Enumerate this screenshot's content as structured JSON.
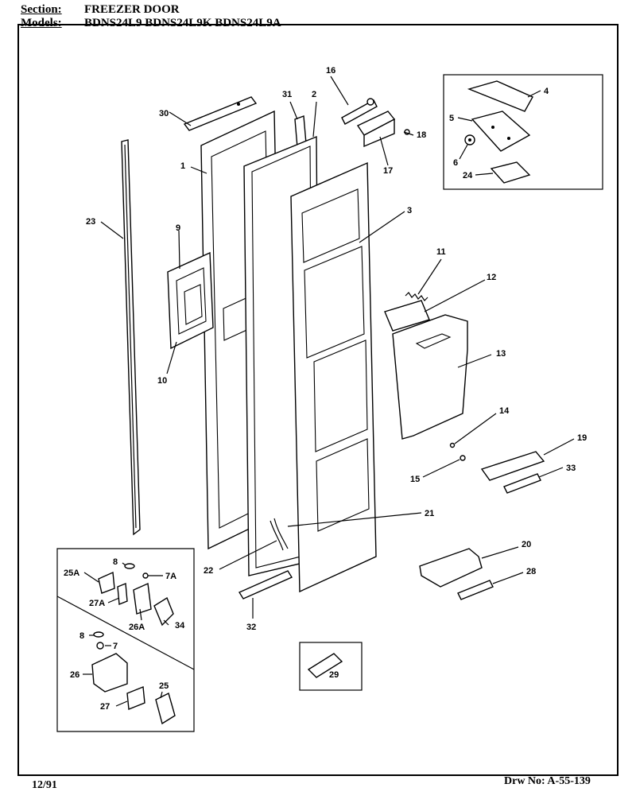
{
  "header": {
    "section_label": "Section:",
    "section_value": "FREEZER DOOR",
    "models_label": "Models:",
    "models_value": "BDNS24L9  BDNS24L9K  BDNS24L9A"
  },
  "footer": {
    "date": "12/91",
    "drawing_number": "Drw No: A-55-139"
  },
  "callouts": {
    "c1": "1",
    "c2": "2",
    "c3": "3",
    "c4": "4",
    "c5": "5",
    "c6": "6",
    "c7": "7",
    "c7a": "7A",
    "c8": "8",
    "c8b": "8",
    "c9": "9",
    "c10": "10",
    "c11": "11",
    "c12": "12",
    "c13": "13",
    "c14": "14",
    "c15": "15",
    "c16": "16",
    "c17": "17",
    "c18": "18",
    "c19": "19",
    "c20": "20",
    "c21": "21",
    "c22": "22",
    "c23": "23",
    "c24": "24",
    "c25": "25",
    "c25a": "25A",
    "c26": "26",
    "c26a": "26A",
    "c27": "27",
    "c27a": "27A",
    "c28": "28",
    "c29": "29",
    "c30": "30",
    "c31": "31",
    "c32": "32",
    "c33": "33",
    "c34": "34"
  }
}
